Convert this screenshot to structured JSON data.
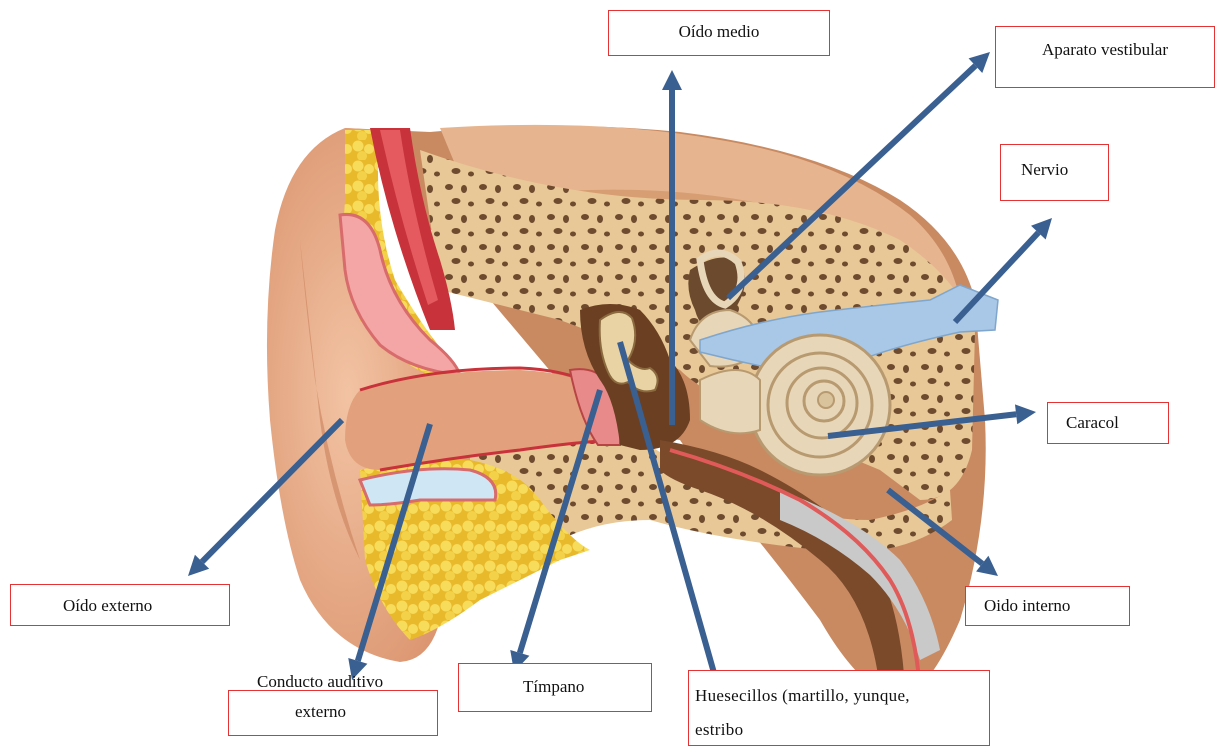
{
  "labels": {
    "oido_medio": "Oído medio",
    "aparato_vestibular": "Aparato vestibular",
    "nervio": "Nervio",
    "caracol": "Caracol",
    "oido_interno": "Oido interno",
    "oido_externo": "Oído externo",
    "conducto_line1": "Conducto auditivo",
    "conducto_line2": "externo",
    "timpano": "Tímpano",
    "huesecillos_line1": "Huesecillos (martillo, yunque,",
    "huesecillos_line2": "estribo"
  },
  "colors": {
    "arrow": "#3a5f91",
    "label_border": "#e53333",
    "skin": "#e7ad8a",
    "bone": "#e8c896",
    "fat": "#f3d24a",
    "muscle": "#c8323a",
    "cochlea": "#e8d6b8",
    "nerve": "#a9c7e6",
    "tissue_brown": "#7a4a2a"
  }
}
